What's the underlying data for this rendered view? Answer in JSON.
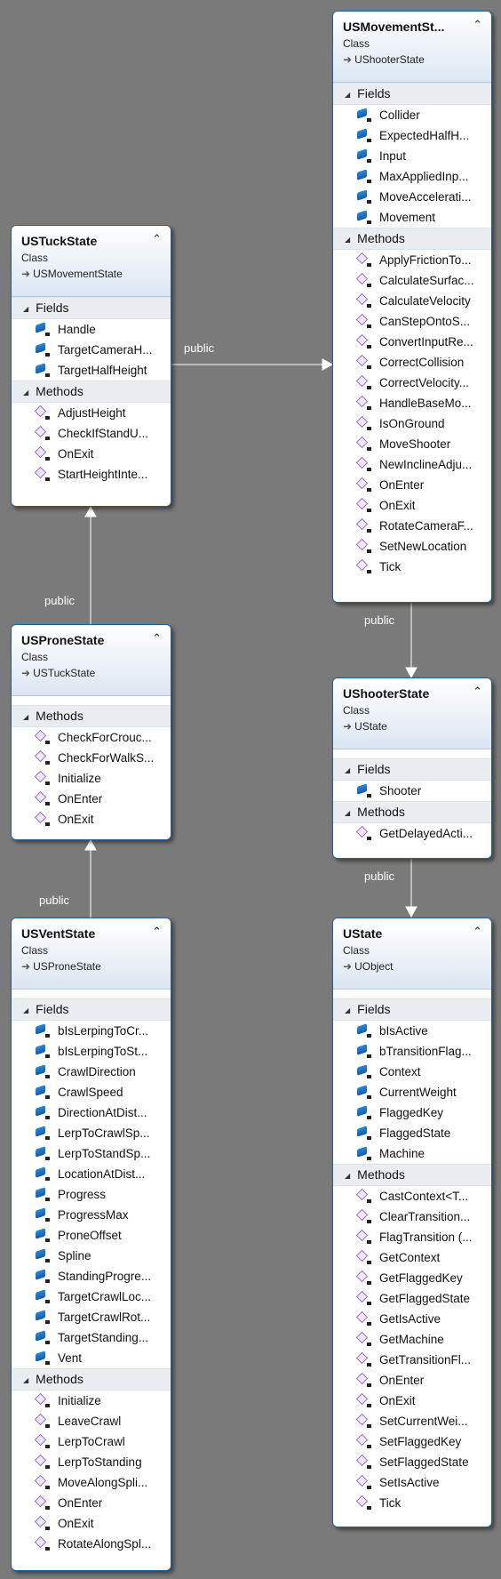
{
  "classes": {
    "tuck": {
      "name": "USTuckState",
      "kind": "Class",
      "base": "USMovementState",
      "fields_label": "Fields",
      "fields": [
        "Handle",
        "TargetCameraH...",
        "TargetHalfHeight"
      ],
      "methods_label": "Methods",
      "methods": [
        "AdjustHeight",
        "CheckIfStandU...",
        "OnExit",
        "StartHeightInte..."
      ]
    },
    "movement": {
      "name": "USMovementSt...",
      "kind": "Class",
      "base": "UShooterState",
      "fields_label": "Fields",
      "fields": [
        "Collider",
        "ExpectedHalfH...",
        "Input",
        "MaxAppliedInp...",
        "MoveAccelerati...",
        "Movement"
      ],
      "methods_label": "Methods",
      "methods": [
        "ApplyFrictionTo...",
        "CalculateSurfac...",
        "CalculateVelocity",
        "CanStepOntoS...",
        "ConvertInputRe...",
        "CorrectCollision",
        "CorrectVelocity...",
        "HandleBaseMo...",
        "IsOnGround",
        "MoveShooter",
        "NewInclineAdju...",
        "OnEnter",
        "OnExit",
        "RotateCameraF...",
        "SetNewLocation",
        "Tick"
      ]
    },
    "prone": {
      "name": "USProneState",
      "kind": "Class",
      "base": "USTuckState",
      "methods_label": "Methods",
      "methods": [
        "CheckForCrouc...",
        "CheckForWalkS...",
        "Initialize",
        "OnEnter",
        "OnExit"
      ]
    },
    "shooter": {
      "name": "UShooterState",
      "kind": "Class",
      "base": "UState",
      "fields_label": "Fields",
      "fields": [
        "Shooter"
      ],
      "methods_label": "Methods",
      "methods": [
        "GetDelayedActi..."
      ]
    },
    "vent": {
      "name": "USVentState",
      "kind": "Class",
      "base": "USProneState",
      "fields_label": "Fields",
      "fields": [
        "bIsLerpingToCr...",
        "bIsLerpingToSt...",
        "CrawlDirection",
        "CrawlSpeed",
        "DirectionAtDist...",
        "LerpToCrawlSp...",
        "LerpToStandSp...",
        "LocationAtDist...",
        "Progress",
        "ProgressMax",
        "ProneOffset",
        "Spline",
        "StandingProgre...",
        "TargetCrawlLoc...",
        "TargetCrawlRot...",
        "TargetStanding...",
        "Vent"
      ],
      "methods_label": "Methods",
      "methods": [
        "Initialize",
        "LeaveCrawl",
        "LerpToCrawl",
        "LerpToStanding",
        "MoveAlongSpli...",
        "OnEnter",
        "OnExit",
        "RotateAlongSpl..."
      ]
    },
    "state": {
      "name": "UState",
      "kind": "Class",
      "base": "UObject",
      "fields_label": "Fields",
      "fields": [
        "bIsActive",
        "bTransitionFlag...",
        "Context",
        "CurrentWeight",
        "FlaggedKey",
        "FlaggedState",
        "Machine"
      ],
      "methods_label": "Methods",
      "methods": [
        "CastContext<T...",
        "ClearTransition...",
        "FlagTransition (...",
        "GetContext",
        "GetFlaggedKey",
        "GetFlaggedState",
        "GetIsActive",
        "GetMachine",
        "GetTransitionFl...",
        "OnEnter",
        "OnExit",
        "SetCurrentWei...",
        "SetFlaggedKey",
        "SetFlaggedState",
        "SetIsActive",
        "Tick"
      ]
    }
  },
  "relations": [
    {
      "id": "tuck-movement",
      "label": "public"
    },
    {
      "id": "prone-tuck",
      "label": "public"
    },
    {
      "id": "vent-prone",
      "label": "public"
    },
    {
      "id": "movement-shooter",
      "label": "public"
    },
    {
      "id": "shooter-state",
      "label": "public"
    }
  ],
  "icons": {
    "collapse": "double-chevron-up-icon",
    "base_arrow": "inherit-arrow-icon",
    "field": "field-icon",
    "method": "method-icon"
  },
  "colors": {
    "background": "#7a7a7a",
    "border": "#2b5d8f",
    "header_gradient_end": "#dbe6f3",
    "method_icon": "#8a5fbf",
    "field_icon": "#1e70bf"
  }
}
